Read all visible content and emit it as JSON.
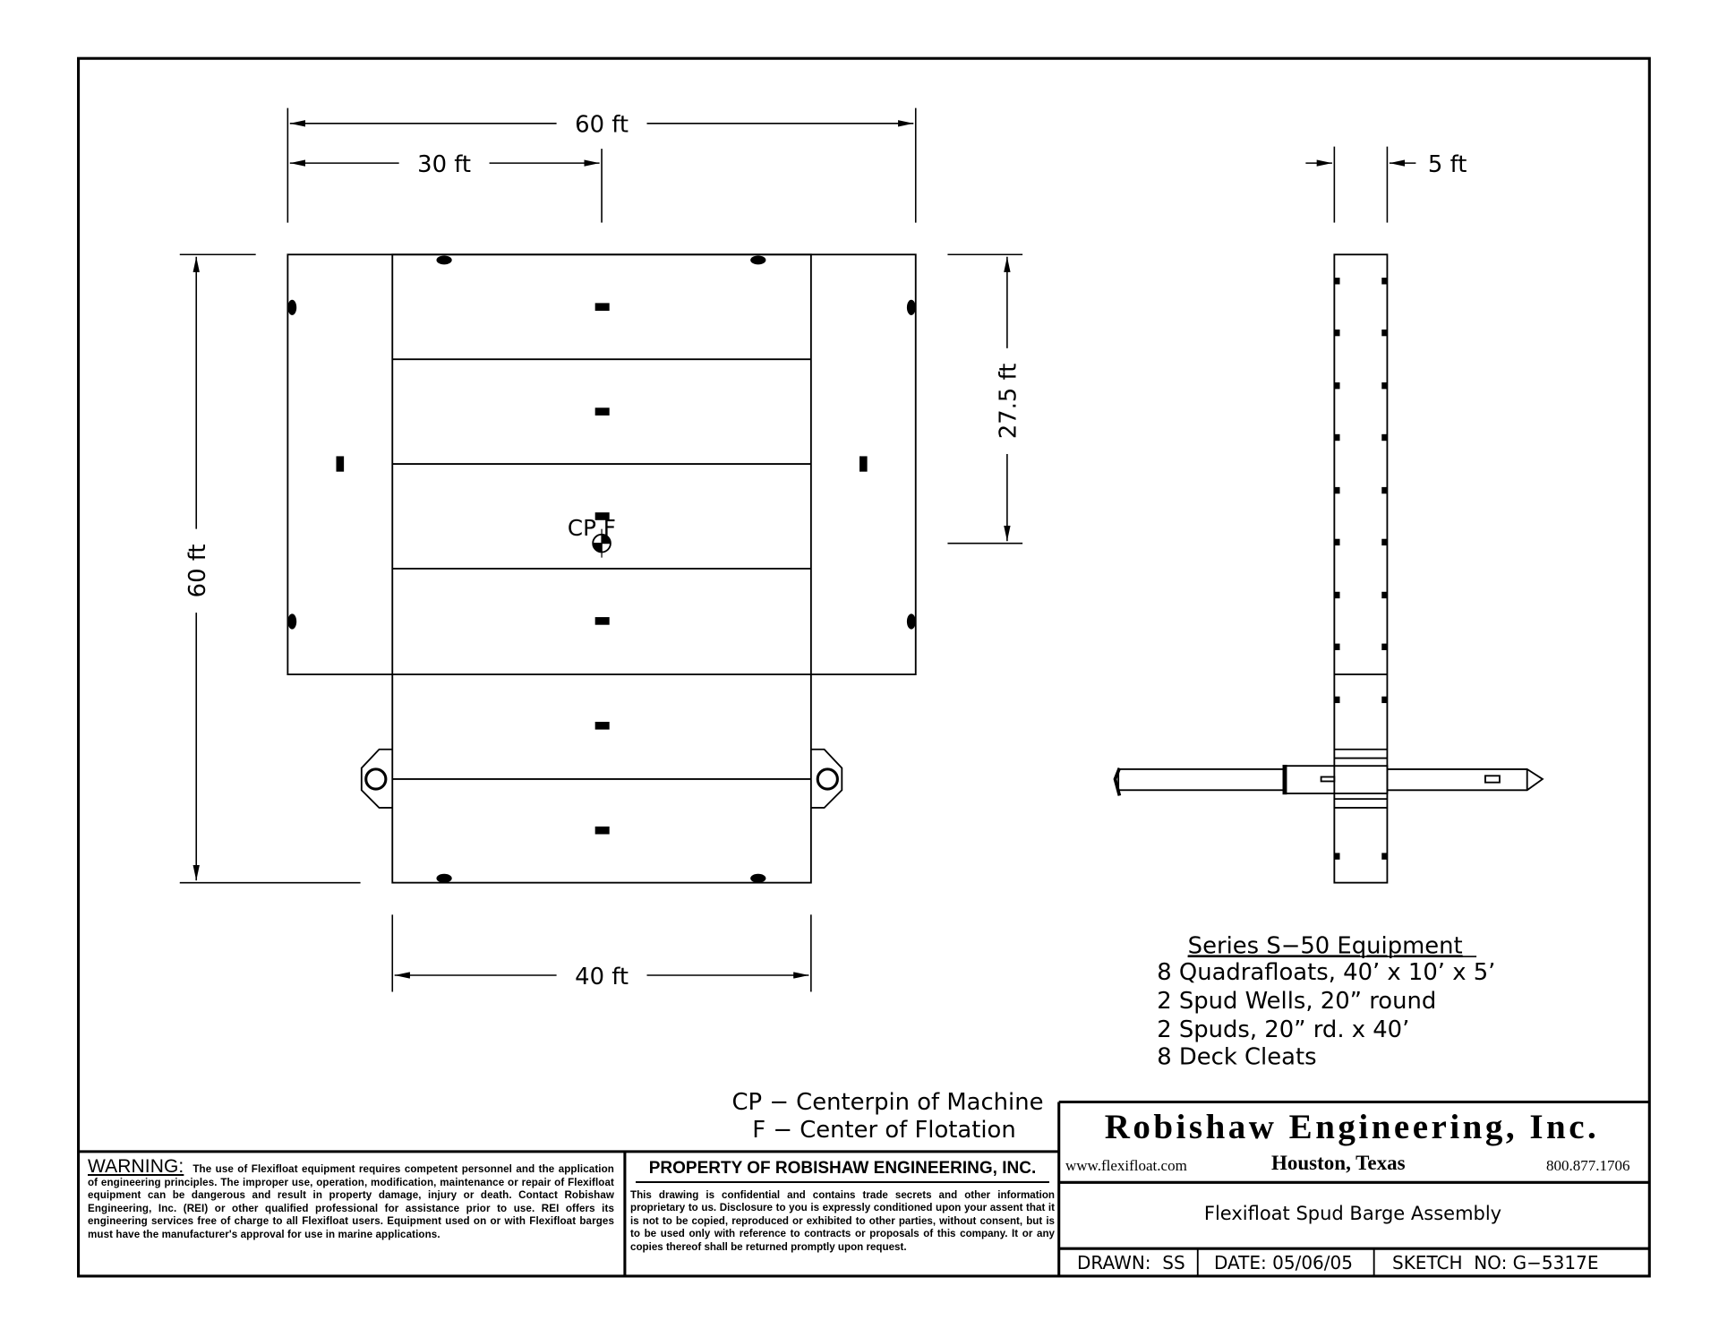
{
  "dimensions": {
    "overall_width": "60 ft",
    "half_width": "30 ft",
    "overall_length": "60 ft",
    "spud_offset": "27.5 ft",
    "stern_width": "40 ft",
    "depth": "5 ft"
  },
  "plan_label": "CP F",
  "equipment": {
    "title": "Series S−50 Equipment",
    "items": [
      "8 Quadrafloats, 40’ x 10’ x 5’",
      "2 Spud Wells, 20” round",
      "2 Spuds, 20” rd. x 40’",
      "8 Deck Cleats"
    ]
  },
  "legend": [
    "CP − Centerpin of Machine",
    "F − Center of Flotation"
  ],
  "warning": {
    "label": "WARNING:",
    "text": "The use of Flexifloat equipment requires competent personnel and the application of engineering principles.  The improper use, operation, modification, maintenance or repair of Flexifloat equipment can be dangerous and result in property damage, injury or death.  Contact Robishaw Engineering, Inc. (REI) or other qualified professional for assistance prior to use.  REI offers its engineering services free of charge to all Flexifloat users. Equipment used on or with Flexifloat barges must have the manufacturer's approval for use in marine applications."
  },
  "property": {
    "heading": "PROPERTY OF ROBISHAW ENGINEERING, INC.",
    "text": "This drawing is confidential and contains trade secrets and other information proprietary to us.  Disclosure to you is expressly conditioned upon your assent that it is not to be copied, reproduced or exhibited to other parties, without consent, but is to be used only with reference to contracts or proposals of this company. It or any copies thereof shall be returned promptly upon request."
  },
  "title_block": {
    "company": "Robishaw Engineering, Inc.",
    "website": "www.flexifloat.com",
    "location": "Houston, Texas",
    "phone": "800.877.1706",
    "drawing_title": "Flexifloat Spud Barge Assembly",
    "drawn": "DRAWN:  SS",
    "date": "DATE: 05/06/05",
    "sketch_no": "SKETCH  NO: G−5317E"
  }
}
